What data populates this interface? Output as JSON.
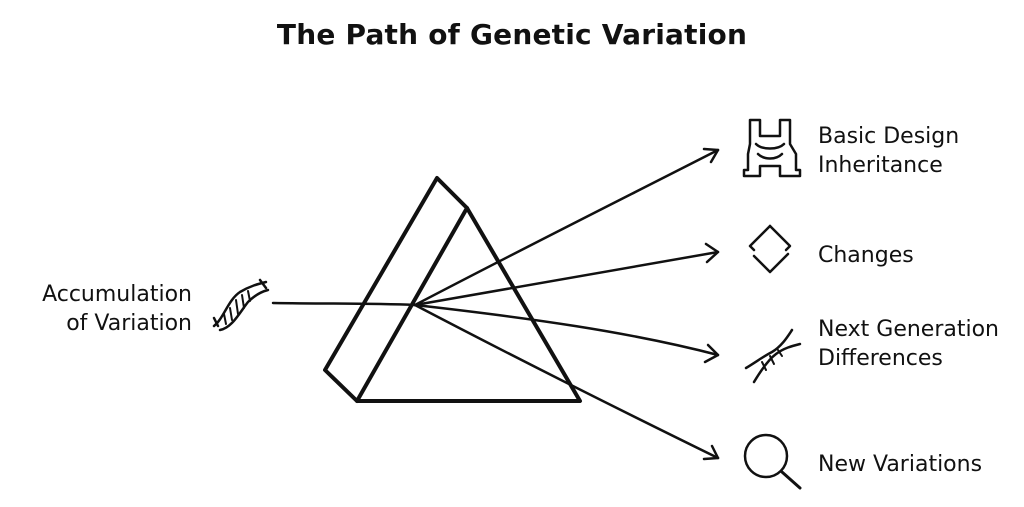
{
  "title": "The Path of Genetic Variation",
  "input": {
    "label_line1": "Accumulation",
    "label_line2": "of Variation",
    "icon": "dna-icon"
  },
  "outputs": [
    {
      "label_lines": [
        "Basic Design",
        "Inheritance"
      ],
      "icon": "body-armor-icon"
    },
    {
      "label_lines": [
        "Changes"
      ],
      "icon": "diamond-icon"
    },
    {
      "label_lines": [
        "Next",
        "Generation",
        "Differences"
      ],
      "icon": "dna-icon"
    },
    {
      "label_lines": [
        "New Variations"
      ],
      "icon": "magnifier-icon"
    }
  ],
  "colors": {
    "ink": "#111111",
    "background": "#ffffff"
  }
}
